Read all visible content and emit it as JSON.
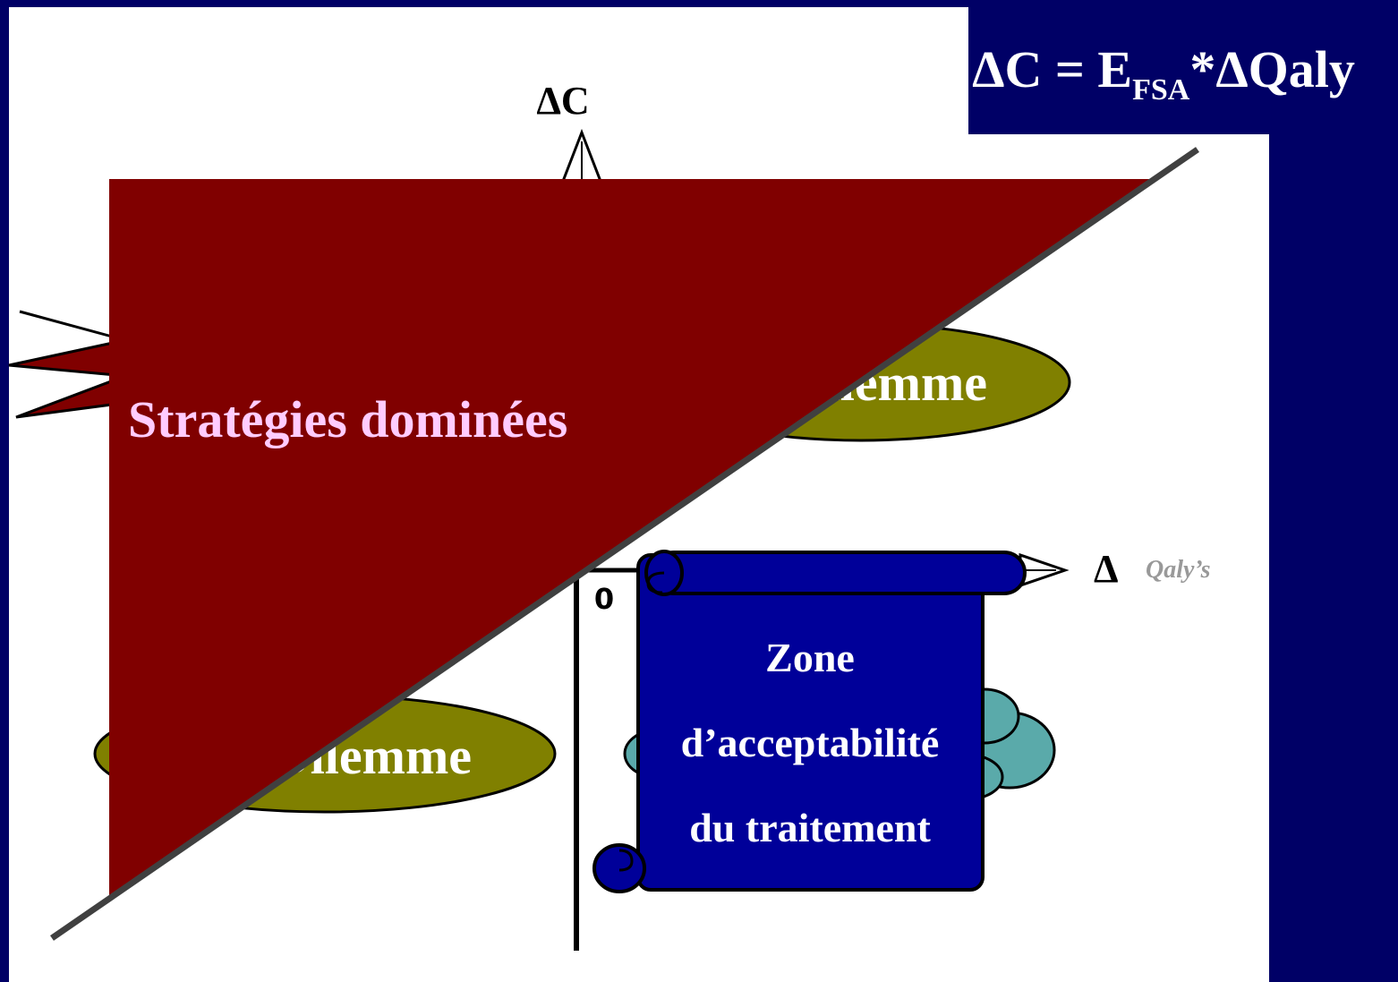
{
  "slide": {
    "formula": {
      "prefix": "ΔC = E",
      "subscript": "FSA",
      "suffix": "*ΔQaly"
    },
    "axes": {
      "y_label": "ΔC",
      "x_label_symbol": "Δ",
      "x_label_text": "Qaly’s",
      "origin": "0"
    },
    "zones": {
      "dominated": "Stratégies dominées",
      "dilemma_upper": "Dilemme",
      "dilemma_lower": "Dilemme",
      "acceptability_line1": "Zone",
      "acceptability_line2": "d’acceptabilité",
      "acceptability_line3": "du traitement"
    },
    "colors": {
      "background": "#000066",
      "plot_area": "#ffffff",
      "dominated_fill": "#800000",
      "dominated_text": "#ffccff",
      "dilemma_fill": "#808000",
      "scroll_fill": "#000099",
      "cloud_fill": "#5aaaaa"
    }
  }
}
